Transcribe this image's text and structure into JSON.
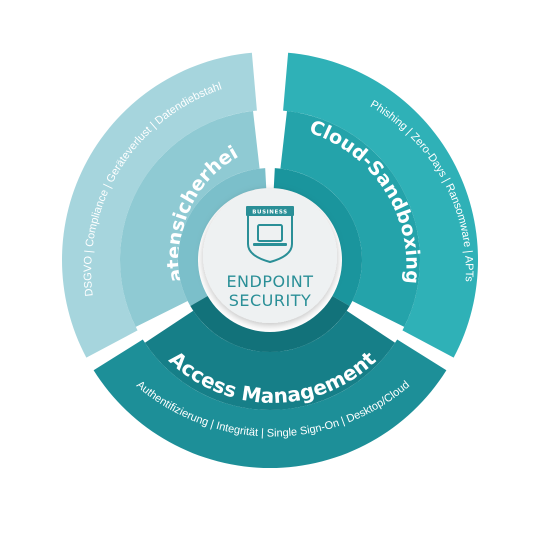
{
  "center": {
    "badge": "BUSINESS",
    "line1": "ENDPOINT",
    "line2": "SECURITY"
  },
  "segments": [
    {
      "id": "datensicherheit",
      "title": "Datensicherheit",
      "subtitle": "DSGVO | Compliance | Geräteverlust | Datendiebstahl",
      "color_outer": "#a6d5dd",
      "color_inner": "#8fcad3",
      "color_ring": "#7bbfca"
    },
    {
      "id": "cloud-sandboxing",
      "title": "Cloud-Sandboxing",
      "subtitle": "Phishing | Zero-Days | Ransomware | APTs",
      "color_outer": "#2fb1b7",
      "color_inner": "#24a3aa",
      "color_ring": "#1a959d"
    },
    {
      "id": "access-management",
      "title": "Access Management",
      "subtitle": "Authentifizierung | Integrität | Single Sign-On | Desktop/Cloud",
      "color_outer": "#1d8f98",
      "color_inner": "#167f88",
      "color_ring": "#12727a"
    }
  ],
  "colors": {
    "center_fill": "#eef1f2",
    "center_text": "#2a8f97",
    "badge": "#2a8f97"
  }
}
